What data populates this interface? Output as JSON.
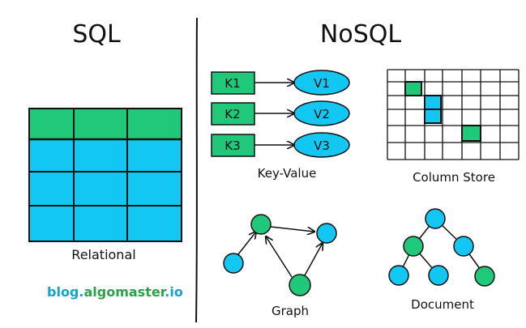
{
  "colors": {
    "green": "#20c97a",
    "cyan": "#13c7f3",
    "stroke": "#111111",
    "brand_teal": "#17a2c7",
    "brand_green": "#2ba24a"
  },
  "headings": {
    "sql": "SQL",
    "nosql": "NoSQL"
  },
  "relational": {
    "label": "Relational"
  },
  "key_value": {
    "label": "Key-Value",
    "pairs": [
      {
        "key": "K1",
        "value": "V1"
      },
      {
        "key": "K2",
        "value": "V2"
      },
      {
        "key": "K3",
        "value": "V3"
      }
    ]
  },
  "column_store": {
    "label": "Column Store"
  },
  "graph": {
    "label": "Graph"
  },
  "document": {
    "label": "Document"
  },
  "brand": {
    "part1": "blog.",
    "part2": "algomaster",
    "part3": ".io"
  }
}
